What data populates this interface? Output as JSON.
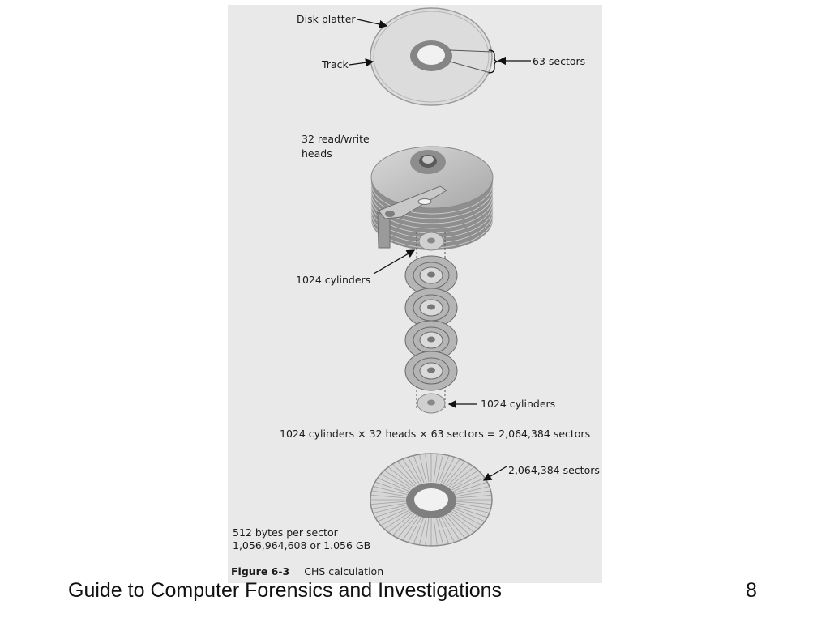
{
  "figure": {
    "labels": {
      "disk_platter": "Disk platter",
      "track": "Track",
      "sectors_63": "63 sectors",
      "heads_line1": "32 read/write",
      "heads_line2": "heads",
      "cylinders_1": "1024 cylinders",
      "cylinders_2": "1024 cylinders",
      "equation": "1024 cylinders × 32 heads × 63 sectors = 2,064,384 sectors",
      "total_sectors": "2,064,384 sectors",
      "bytes_line1": "512 bytes per sector",
      "bytes_line2": "1,056,964,608 or 1.056 GB"
    },
    "caption": {
      "label": "Figure 6-3",
      "text": "CHS calculation"
    }
  },
  "footer": {
    "title": "Guide to Computer Forensics and Investigations",
    "page": "8"
  },
  "colors": {
    "panel": "#e9e9e9",
    "platter": "#dcdcdc",
    "ring": "#808080"
  }
}
